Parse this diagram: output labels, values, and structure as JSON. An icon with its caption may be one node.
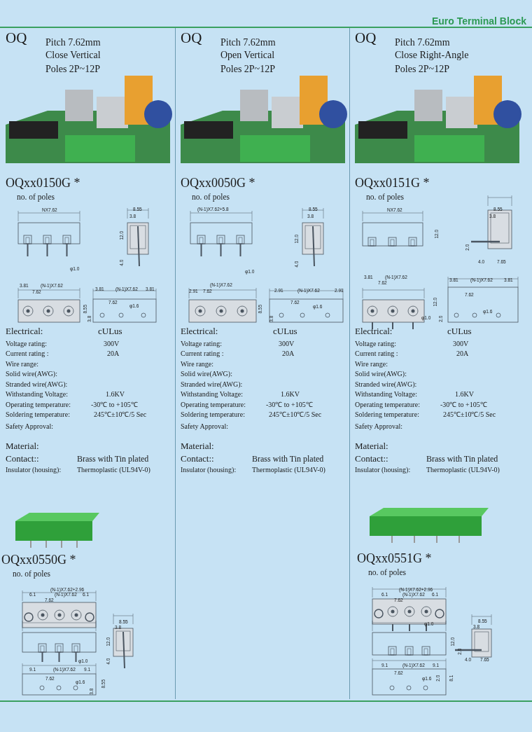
{
  "diagram": {
    "title": "Euro Terminal Block",
    "labels": [
      "OQ",
      "Pitch 7.62mm",
      "Close Vertical",
      "Poles 2P~12P",
      "OQxx0150G *",
      "no. of poles",
      "NX7.62",
      "8.55",
      "3.8",
      "12.0",
      "4.0",
      "φ1.0",
      "3.81",
      "(N-1)X7.62",
      "7.62",
      "3.81",
      "(N-1)X7.62",
      "3.81",
      "7.62",
      "φ1.6",
      "8.55",
      "3.8",
      "Electrical:",
      "cULus",
      "Voltage rating:",
      "300V",
      "Current rating :",
      "20A",
      "Wire range:",
      "Solid wire(AWG):",
      "Stranded wire(AWG):",
      "Withstanding Voltage:",
      "1.6KV",
      "Operating temperature:",
      "-30℃ to +105℃",
      "Soldering temperature:",
      "245℃±10℃/5 Sec",
      "Safety Approval:",
      "Material:",
      "Contact::",
      "Brass with Tin plated",
      "Insulator (housing):",
      "Thermoplastic (UL94V-0)",
      "OQ",
      "Pitch 7.62mm",
      "Open Vertical",
      "Poles 2P~12P",
      "OQxx0050G *",
      "no. of poles",
      "(N-1)X7.62+5.8",
      "8.55",
      "3.8",
      "12.0",
      "4.0",
      "φ1.0",
      "(N-1)X7.62",
      "2.91",
      "7.62",
      "2.91",
      "(N-1)X7.62",
      "2.91",
      "7.62",
      "φ1.6",
      "8.55",
      "3.8",
      "Electrical:",
      "cULus",
      "Voltage rating:",
      "300V",
      "Current rating :",
      "20A",
      "Wire range:",
      "Solid wire(AWG):",
      "Stranded wire(AWG):",
      "Withstanding Voltage:",
      "1.6KV",
      "Operating temperature:",
      "-30℃ to +105℃",
      "Soldering temperature:",
      "245℃±10℃/5 Sec",
      "Safety Approval:",
      "Material:",
      "Contact::",
      "Brass with Tin plated",
      "Insulator (housing):",
      "Thermoplastic (UL94V-0)",
      "OQ",
      "Pitch 7.62mm",
      "Close Right-Angle",
      "Poles 2P~12P",
      "OQxx0151G *",
      "no. of poles",
      "NX7.62",
      "8.55",
      "3.8",
      "2.0",
      "4.0",
      "7.65",
      "12.0",
      "3.81",
      "(N-1)X7.62",
      "7.62",
      "φ1.0",
      "3.81",
      "(N-1)X7.62",
      "3.81",
      "7.62",
      "φ1.6",
      "12.0",
      "2.0",
      "Electrical:",
      "cULus",
      "Voltage rating:",
      "300V",
      "Current rating :",
      "20A",
      "Wire range:",
      "Solid wire(AWG):",
      "Stranded wire(AWG):",
      "Withstanding Voltage:",
      "1.6KV",
      "Operating temperature:",
      "-30℃ to +105℃",
      "Soldering temperature:",
      "245℃±10℃/5 Sec",
      "Safety Approval:",
      "Material:",
      "Contact::",
      "Brass with Tin plated",
      "Insulator (housing):",
      "Thermoplastic (UL94V-0)",
      "OQxx0550G *",
      "no. of poles",
      "(N-1)X7.62+2.96",
      "6.1",
      "(N-1)X7.62",
      "6.1",
      "7.62",
      "φ1.0",
      "8.55",
      "3.8",
      "12.0",
      "4.0",
      "9.1",
      "(N-1)X7.62",
      "9.1",
      "7.62",
      "φ1.6",
      "3.8",
      "8.55",
      "OQxx0551G *",
      "no. of poles",
      "(N-1)X7.62+2.96",
      "6.1",
      "(N-1)X7.62",
      "6.1",
      "7.62",
      "φ1.0",
      "12.0",
      "8.55",
      "3.8",
      "2.0",
      "4.0",
      "7.65",
      "9.1",
      "(N-1)X7.62",
      "9.1",
      "7.62",
      "φ1.6",
      "2.0",
      "8.1"
    ]
  }
}
